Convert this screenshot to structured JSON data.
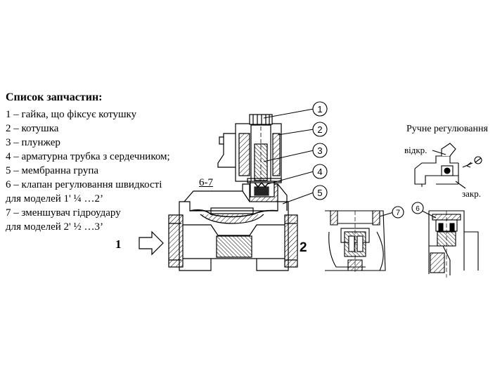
{
  "legend": {
    "title": "Список запчастин:",
    "items": [
      "1 – гайка, що фіксує котушку",
      "2 – котушка",
      "3 – плунжер",
      "4 – арматурна трубка з сердечником;",
      "5 – мембранна група",
      "6 – клапан регулювання швидкості",
      "для моделей 1' ¼ …2’",
      "7 – зменшувач гідроудару",
      "для моделей 2' ½ …3’"
    ]
  },
  "callouts": [
    "1",
    "2",
    "3",
    "4",
    "5"
  ],
  "detail_ref": "6-7",
  "flow": {
    "inlet": "1",
    "outlet": "2"
  },
  "detail_labels": {
    "seven": "7",
    "six": "6"
  },
  "manual": {
    "title": "Ручне регулювання",
    "open": "відкр.",
    "closed": "закр."
  }
}
